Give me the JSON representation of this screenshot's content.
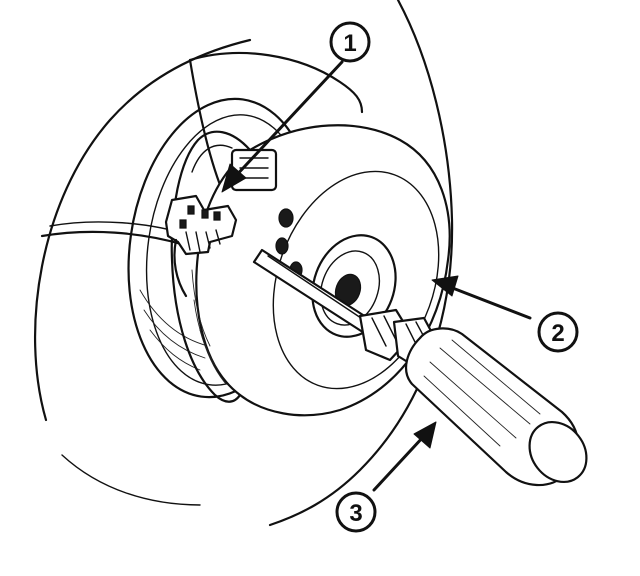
{
  "callouts": [
    {
      "number": "1"
    },
    {
      "number": "2"
    },
    {
      "number": "3"
    }
  ],
  "colors": {
    "ink": "#111111",
    "background": "#ffffff"
  }
}
